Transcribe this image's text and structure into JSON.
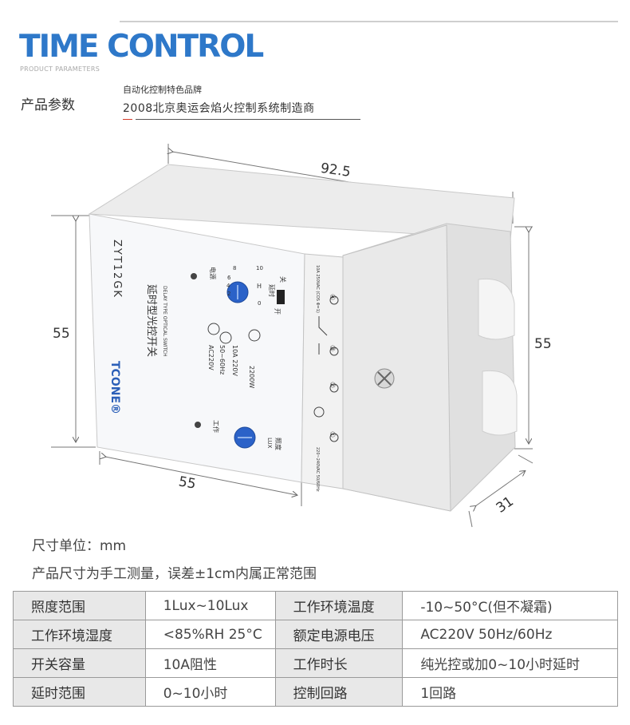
{
  "header": {
    "brand_title": "TIME CONTROL",
    "brand_subtitle": "PRODUCT PARAMETERS",
    "section_title": "产品参数",
    "tagline_1": "自动化控制特色品牌",
    "tagline_2": "2008北京奥运会焰火控制系统制造商"
  },
  "figure": {
    "dim_top": "92.5",
    "dim_left": "55",
    "dim_right": "55",
    "dim_bottom": "55",
    "dim_depth": "31",
    "device": {
      "model": "ZYT12GK",
      "name_cn": "延时型光控开关",
      "name_en": "DELAY TYPE OPTICAL SWITCH",
      "brand": "TCONE®",
      "rating_1": "AC220V",
      "rating_2": "50~60Hz",
      "rating_3": "10A  220V",
      "rating_4": "2200W",
      "knob1_label": "电源",
      "knob2_label": "工作",
      "lux_label": "LUX",
      "lux_cn": "照度",
      "h_label": "H",
      "delay_label": "延时",
      "off_label": "关",
      "on_label": "开",
      "scale": [
        "0",
        "2",
        "4",
        "6",
        "8",
        "10"
      ],
      "terminal_1": "①",
      "terminal_2": "②",
      "terminal_3": "③",
      "terminal_4": "④",
      "terminal_in": "220~240VAC 50/60Hz",
      "terminal_out": "10A 250VAC (COS Φ=1)"
    }
  },
  "notes": {
    "unit": "尺寸单位：mm",
    "accuracy": "产品尺寸为手工测量，误差±1cm内属正常范围"
  },
  "spec_table": {
    "rows": [
      [
        "照度范围",
        "1Lux~10Lux",
        "工作环境温度",
        "-10~50°C(但不凝霜)"
      ],
      [
        "工作环境湿度",
        "<85%RH 25°C",
        "额定电源电压",
        "AC220V 50Hz/60Hz"
      ],
      [
        "开关容量",
        "10A阻性",
        "工作时长",
        "纯光控或加0~10小时延时"
      ],
      [
        "延时范围",
        "0~10小时",
        "控制回路",
        "1回路"
      ]
    ]
  }
}
